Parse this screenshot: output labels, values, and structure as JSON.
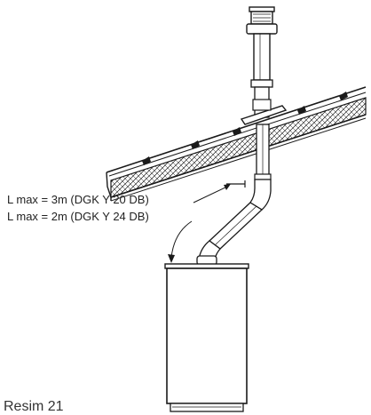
{
  "labels": {
    "length_note_1": "L max = 3m (DGK Y 20 DB)",
    "length_note_2": "L max = 2m (DGK Y 24 DB)"
  },
  "caption": "Resim 21",
  "colors": {
    "ink": "#1a1a1a",
    "paper": "#ffffff"
  }
}
